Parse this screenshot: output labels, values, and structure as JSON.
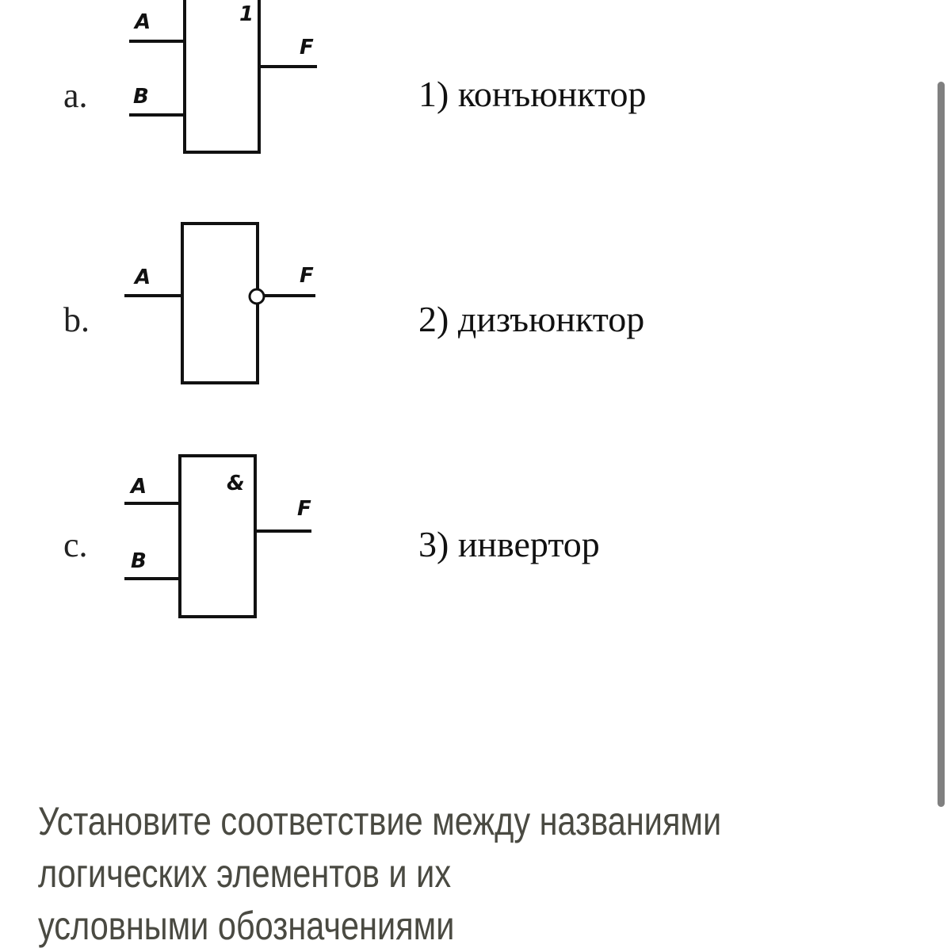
{
  "gates": [
    {
      "row_label": "a.",
      "inputs": [
        "A",
        "B"
      ],
      "output": "F",
      "symbol": "1",
      "inverted_output": false
    },
    {
      "row_label": "b.",
      "inputs": [
        "A"
      ],
      "output": "F",
      "symbol": "",
      "inverted_output": true
    },
    {
      "row_label": "c.",
      "inputs": [
        "A",
        "B"
      ],
      "output": "F",
      "symbol": "&",
      "inverted_output": false
    }
  ],
  "names": [
    "1) конъюнктор",
    "2) дизъюнктор",
    "3) инвертор"
  ],
  "question": "Установите соответствие между названиями логических элементов и их условными обозначениями"
}
